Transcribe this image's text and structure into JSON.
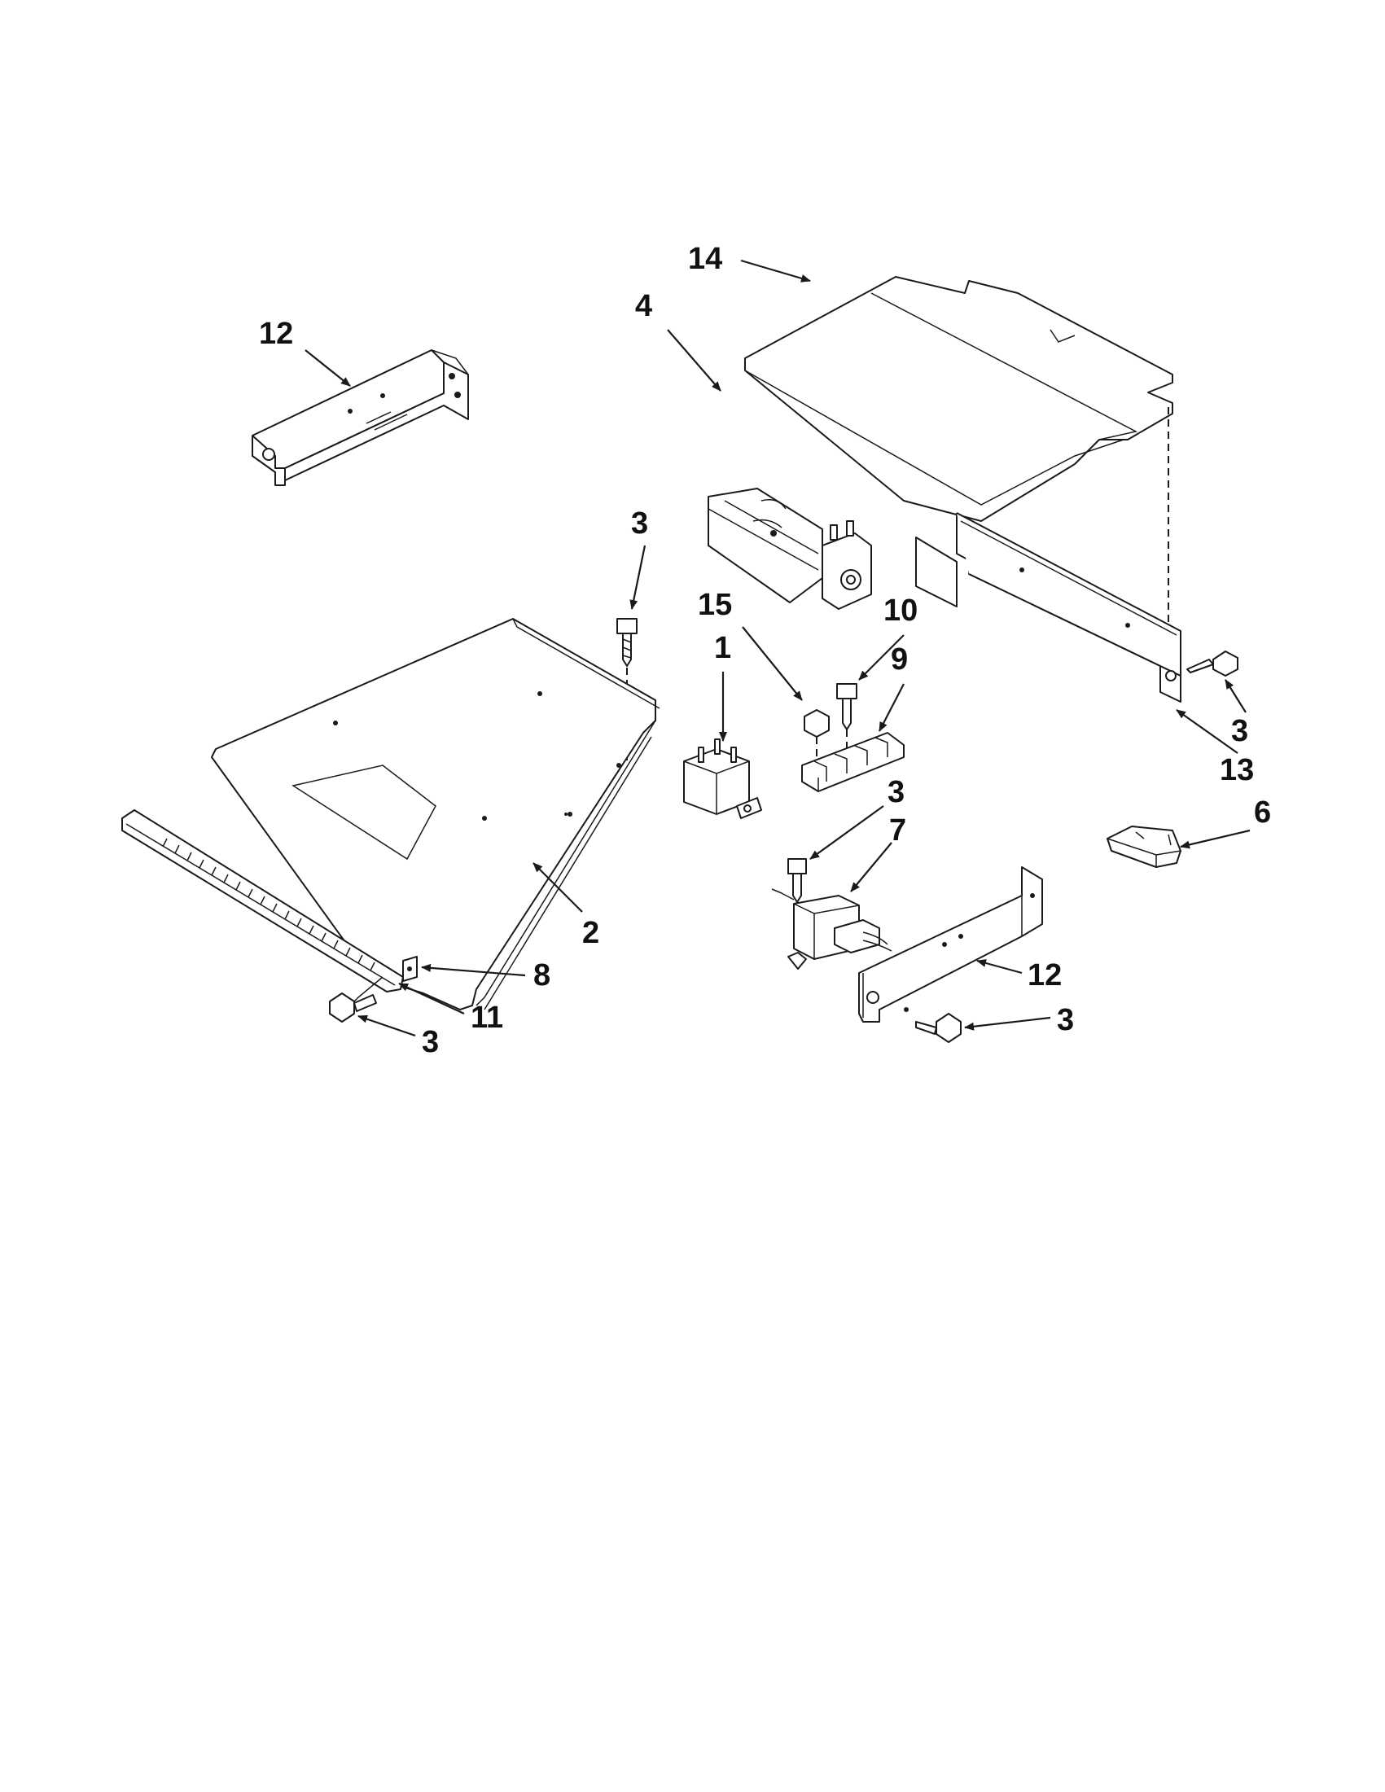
{
  "callouts": {
    "c12_top": "12",
    "c14": "14",
    "c4": "4",
    "c3_a": "3",
    "c15": "15",
    "c10": "10",
    "c1": "1",
    "c9": "9",
    "c3_b": "3",
    "c13": "13",
    "c6": "6",
    "c3_c": "3",
    "c7": "7",
    "c2": "2",
    "c8": "8",
    "c11": "11",
    "c3_d": "3",
    "c12_bottom": "12",
    "c3_e": "3"
  },
  "style": {
    "ink": "#1a1a1a",
    "paper": "#ffffff"
  }
}
